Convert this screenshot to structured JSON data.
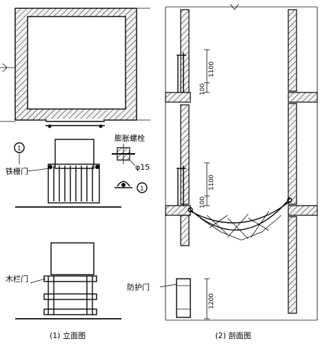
{
  "labels": {
    "iron_gate": "铁栅门",
    "expansion_bolt": "膨胀螺栓",
    "bolt_diameter": "φ15",
    "wood_gate": "木栏门",
    "guard_door": "防护门",
    "elevation_caption": "(1) 立面图",
    "section_caption": "(2) 剖面图"
  },
  "dimensions": {
    "upper_1100": "1100",
    "upper_100": "100",
    "lower_1100": "1100",
    "lower_100": "100",
    "bottom_1200": "1200"
  },
  "symbols": {
    "section_mark_1": "1",
    "circle_mark": "1"
  }
}
